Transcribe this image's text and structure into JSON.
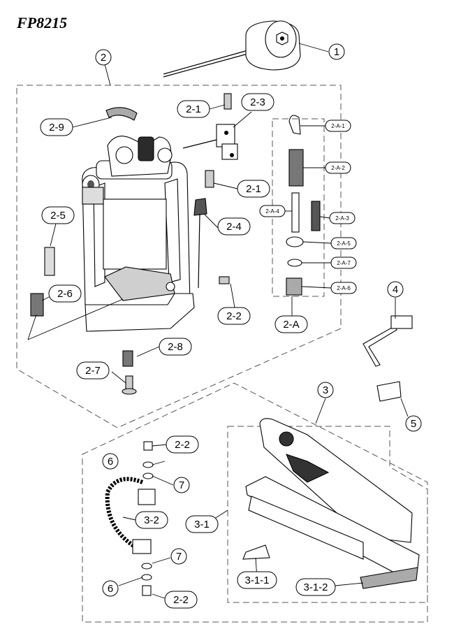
{
  "title": "FP8215",
  "callouts": {
    "c1": "1",
    "c2": "2",
    "c3": "3",
    "c4": "4",
    "c5": "5",
    "c2_1a": "2-1",
    "c2_1b": "2-1",
    "c2_2": "2-2",
    "c2_3": "2-3",
    "c2_4": "2-4",
    "c2_5": "2-5",
    "c2_6": "2-6",
    "c2_7": "2-7",
    "c2_8": "2-8",
    "c2_9": "2-9",
    "c2A": "2-A",
    "c2A1": "2-A-1",
    "c2A2": "2-A-2",
    "c2A3": "2-A-3",
    "c2A4": "2-A-4",
    "c2A5": "2-A-5",
    "c2A6": "2-A-6",
    "c2A7": "2-A-7",
    "c3_1": "3-1",
    "c3_2": "3-2",
    "c3_1_1": "3-1-1",
    "c3_1_2": "3-1-2",
    "c2_2top": "2-2",
    "c2_2bot": "2-2",
    "c6top": "6",
    "c6bot": "6",
    "c7top": "7",
    "c7bot": "7"
  },
  "colors": {
    "line": "#000000",
    "dash": "#555555",
    "shade": "#9a9a9a",
    "dark": "#2b2b2b"
  }
}
